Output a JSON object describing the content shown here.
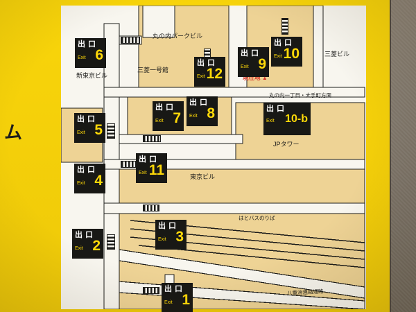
{
  "sign": {
    "left_strip_text": "ム",
    "current_location": {
      "label": "現在地",
      "marker": "▲"
    },
    "direction_note": "丸の内一丁目・大手町方面"
  },
  "colors": {
    "sign_yellow": "#f5cf05",
    "panel_white": "#f8f6ef",
    "block_tan": "#eed395",
    "line_black": "#1d1d1b",
    "exit_text_yellow": "#ffd908",
    "current_location_red": "#d9382a",
    "wall_gray": "#7c7468"
  },
  "exits": [
    {
      "title": "出口",
      "exit_word": "Exit",
      "number": "1"
    },
    {
      "title": "出口",
      "exit_word": "Exit",
      "number": "2"
    },
    {
      "title": "出口",
      "exit_word": "Exit",
      "number": "3"
    },
    {
      "title": "出口",
      "exit_word": "Exit",
      "number": "4"
    },
    {
      "title": "出口",
      "exit_word": "Exit",
      "number": "5"
    },
    {
      "title": "出口",
      "exit_word": "Exit",
      "number": "6"
    },
    {
      "title": "出口",
      "exit_word": "Exit",
      "number": "7"
    },
    {
      "title": "出口",
      "exit_word": "Exit",
      "number": "8"
    },
    {
      "title": "出口",
      "exit_word": "Exit",
      "number": "9"
    },
    {
      "title": "出口",
      "exit_word": "Exit",
      "number": "10"
    },
    {
      "title": "出口",
      "exit_word": "Exit",
      "number": "10-b"
    },
    {
      "title": "出口",
      "exit_word": "Exit",
      "number": "11"
    },
    {
      "title": "出口",
      "exit_word": "Exit",
      "number": "12"
    }
  ],
  "buildings": [
    {
      "name": "丸の内パークビル"
    },
    {
      "name": "三菱一号館"
    },
    {
      "name": "三菱ビル"
    },
    {
      "name": "新東京ビル"
    },
    {
      "name": "JPタワー"
    },
    {
      "name": "東京ビル"
    },
    {
      "name": "はとバスのりば"
    },
    {
      "name": "八重洲連絡通路"
    }
  ]
}
